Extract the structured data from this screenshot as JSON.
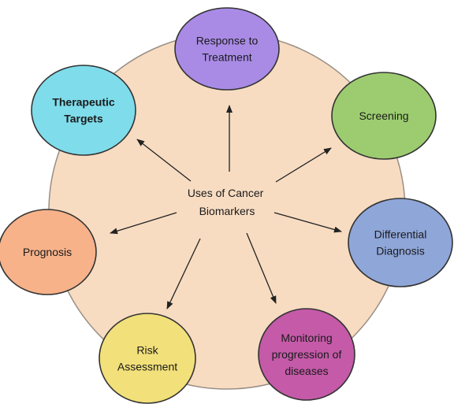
{
  "center": {
    "lines": [
      "Uses of Cancer",
      "Biomarkers"
    ],
    "fill": "#f7dcc2"
  },
  "nodes": [
    {
      "id": "response-to-treatment",
      "lines": [
        "Response to",
        "Treatment"
      ],
      "color": "#a98be6",
      "bold": false
    },
    {
      "id": "screening",
      "lines": [
        "Screening"
      ],
      "color": "#9ccc6f",
      "bold": false
    },
    {
      "id": "differential-diagnosis",
      "lines": [
        "Differential",
        "Diagnosis"
      ],
      "color": "#8fa6d9",
      "bold": false
    },
    {
      "id": "monitoring-progression",
      "lines": [
        "Monitoring",
        "progression of",
        "diseases"
      ],
      "color": "#c45aa8",
      "bold": false
    },
    {
      "id": "risk-assessment",
      "lines": [
        "Risk",
        "Assessment"
      ],
      "color": "#f2e07a",
      "bold": false
    },
    {
      "id": "prognosis",
      "lines": [
        "Prognosis"
      ],
      "color": "#f7b28a",
      "bold": false
    },
    {
      "id": "therapeutic-targets",
      "lines": [
        "Therapeutic",
        "Targets"
      ],
      "color": "#7fdceb",
      "bold": true
    }
  ]
}
